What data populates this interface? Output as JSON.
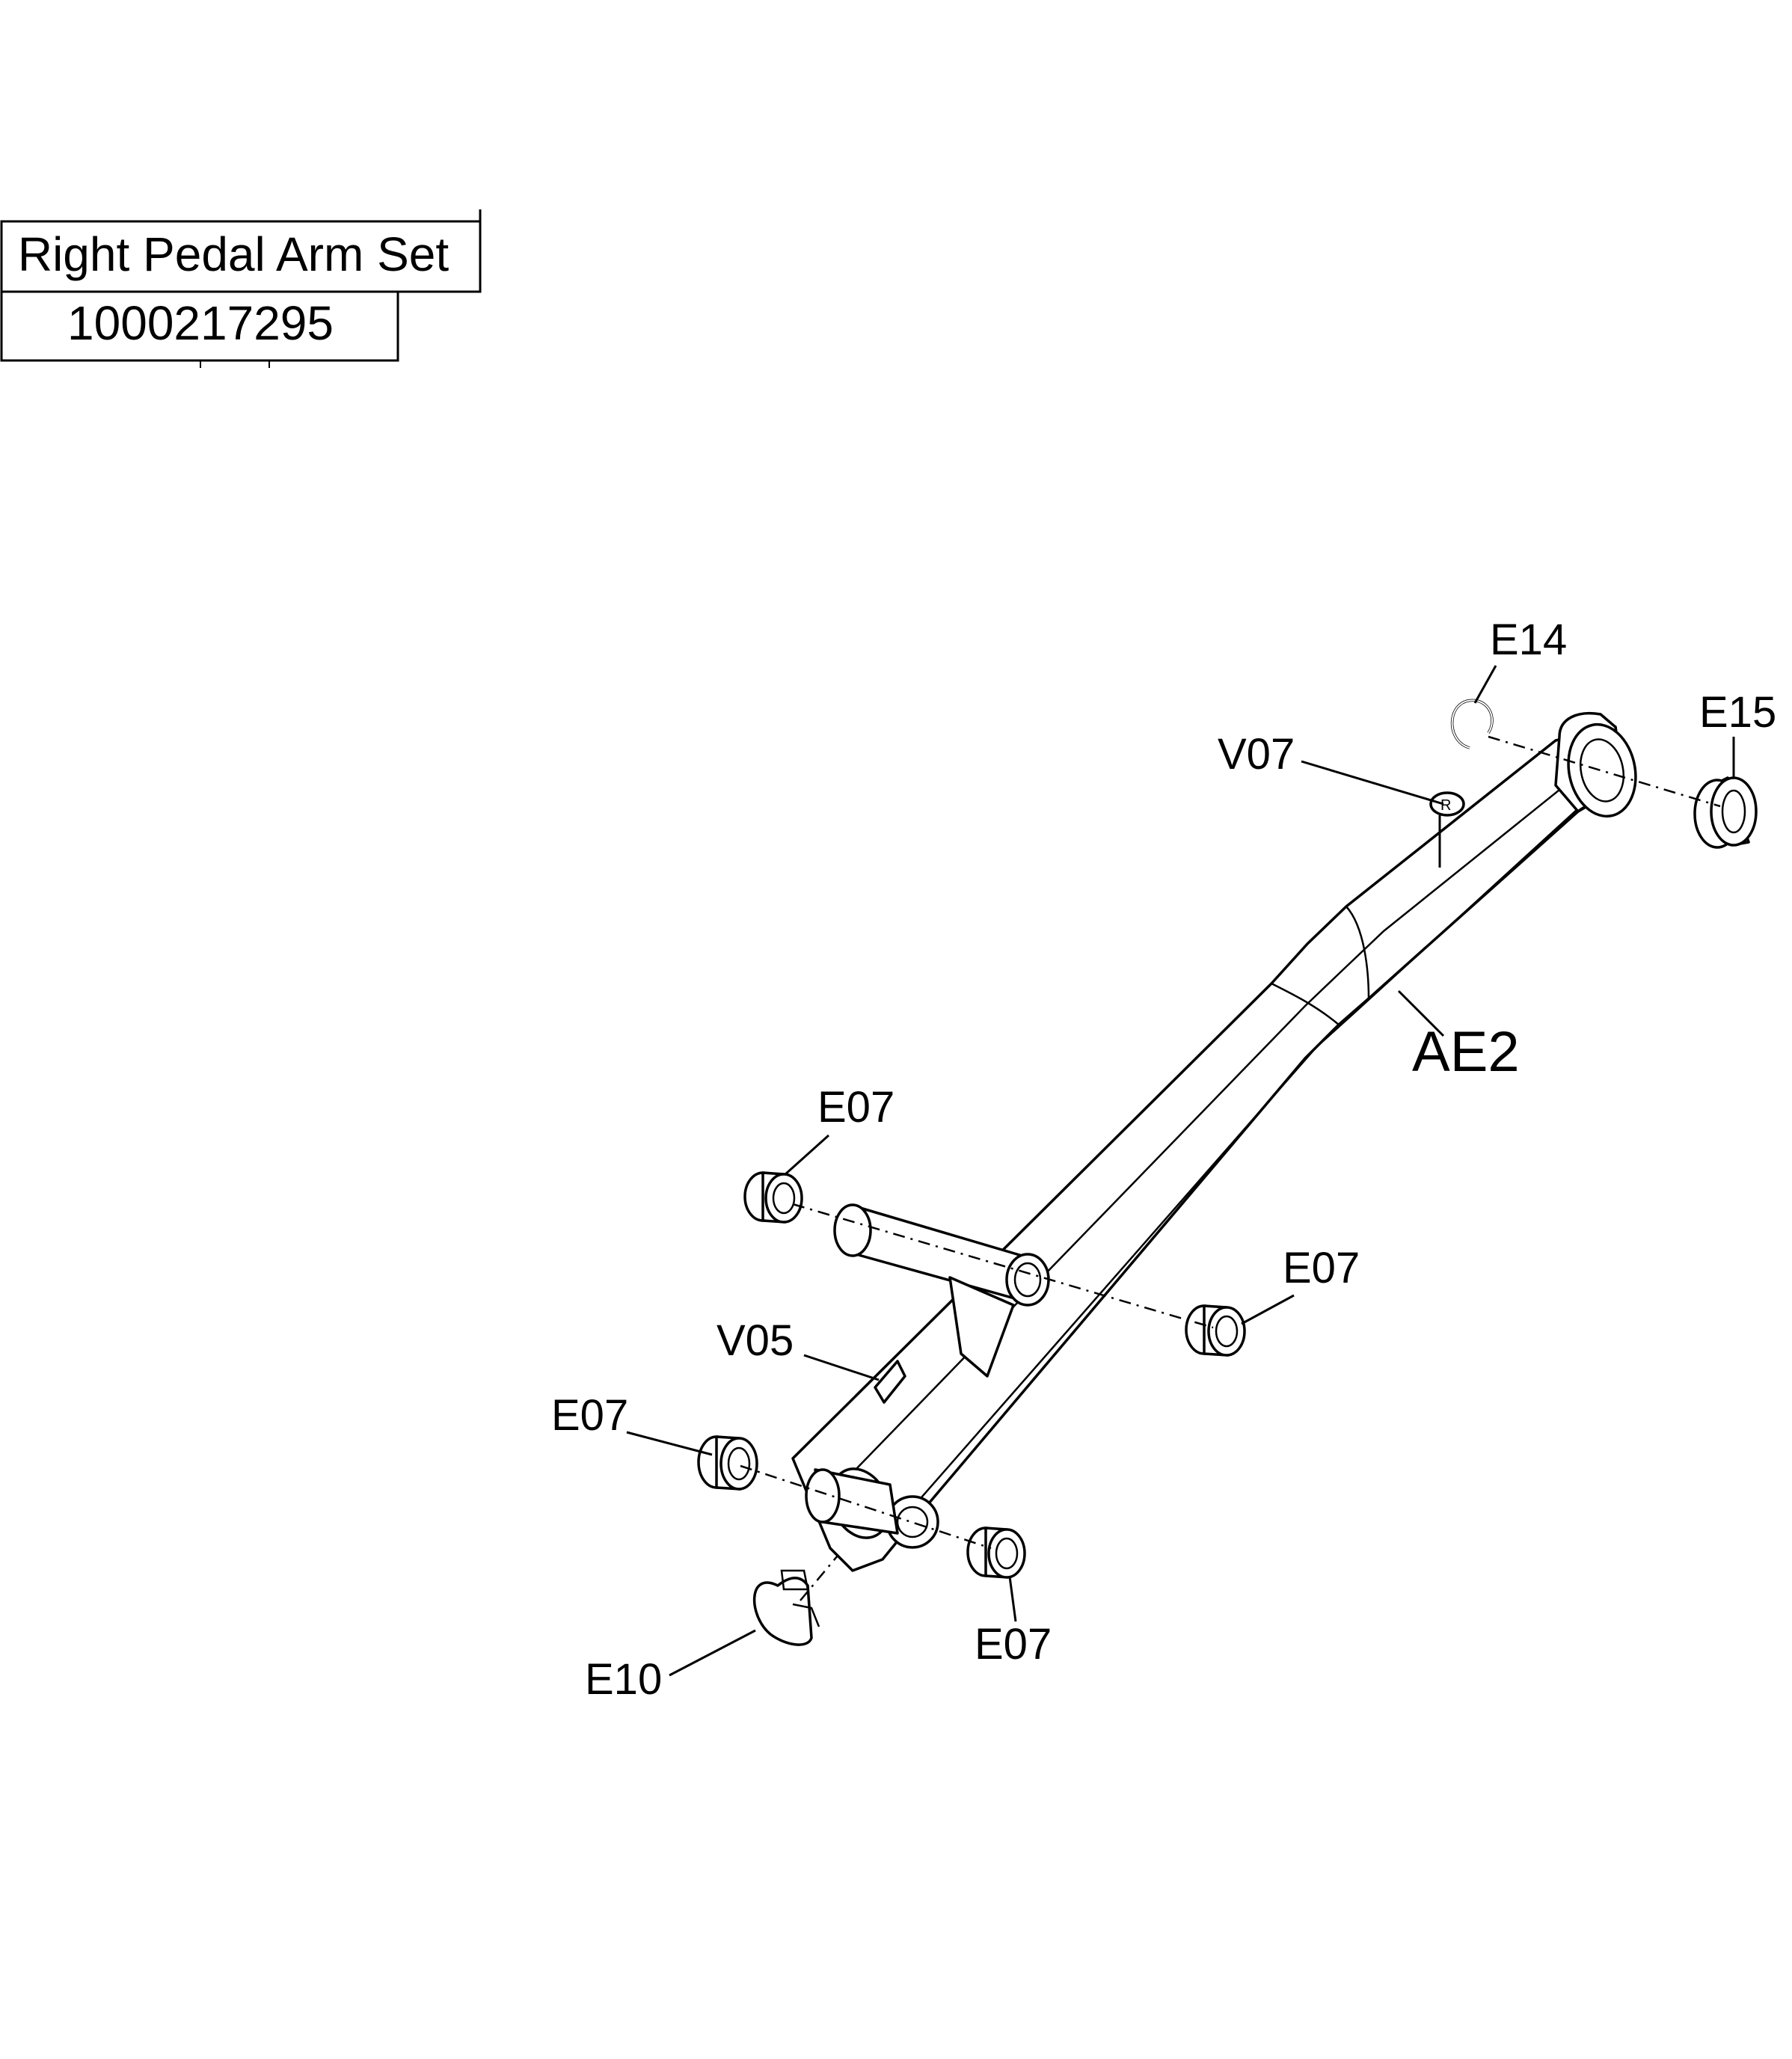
{
  "title": {
    "name": "Right Pedal Arm Set",
    "part_number": "1000217295"
  },
  "callouts": {
    "e14": "E14",
    "e15": "E15",
    "v07": "V07",
    "ae2": "AE2",
    "e07_top": "E07",
    "e07_right": "E07",
    "v05": "V05",
    "e07_left": "E07",
    "e07_bottom": "E07",
    "e10": "E10"
  }
}
